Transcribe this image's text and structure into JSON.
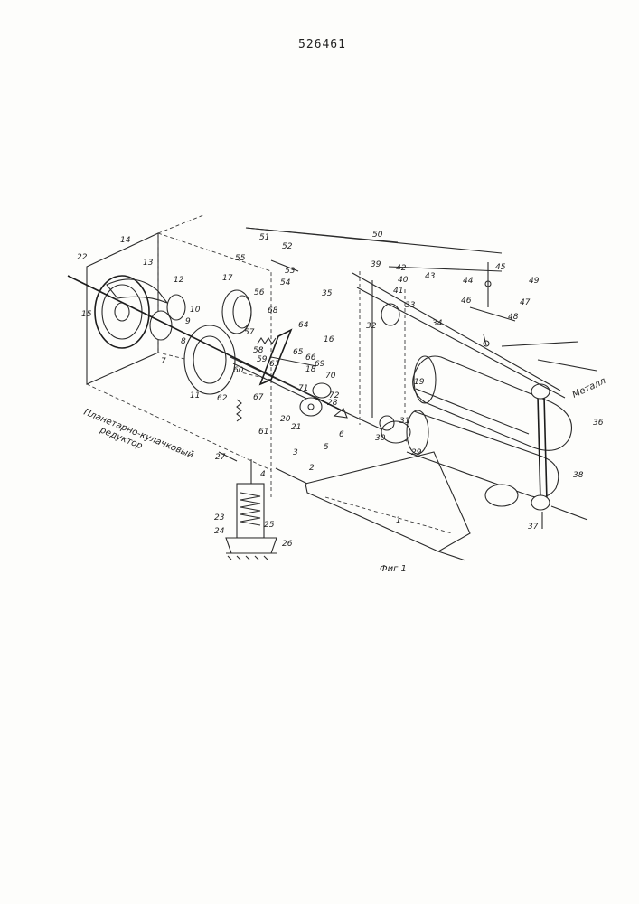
{
  "header": {
    "patent_number": "526461"
  },
  "figure": {
    "caption": "Фиг 1",
    "side_label_line1": "Планетарно-кулачковый",
    "side_label_line2": "редуктор",
    "material_label": "Металл"
  },
  "callouts": [
    "1",
    "2",
    "3",
    "4",
    "5",
    "6",
    "7",
    "8",
    "9",
    "10",
    "11",
    "12",
    "13",
    "14",
    "15",
    "16",
    "17",
    "18",
    "19",
    "20",
    "21",
    "22",
    "23",
    "24",
    "25",
    "26",
    "27",
    "28",
    "29",
    "30",
    "31",
    "32",
    "33",
    "34",
    "35",
    "36",
    "37",
    "38",
    "39",
    "40",
    "41",
    "42",
    "43",
    "44",
    "45",
    "46",
    "47",
    "48",
    "49",
    "50",
    "51",
    "52",
    "53",
    "54",
    "55",
    "56",
    "57",
    "58",
    "59",
    "60",
    "61",
    "62",
    "63",
    "64",
    "65",
    "66",
    "67",
    "68",
    "69",
    "70",
    "71",
    "72"
  ]
}
